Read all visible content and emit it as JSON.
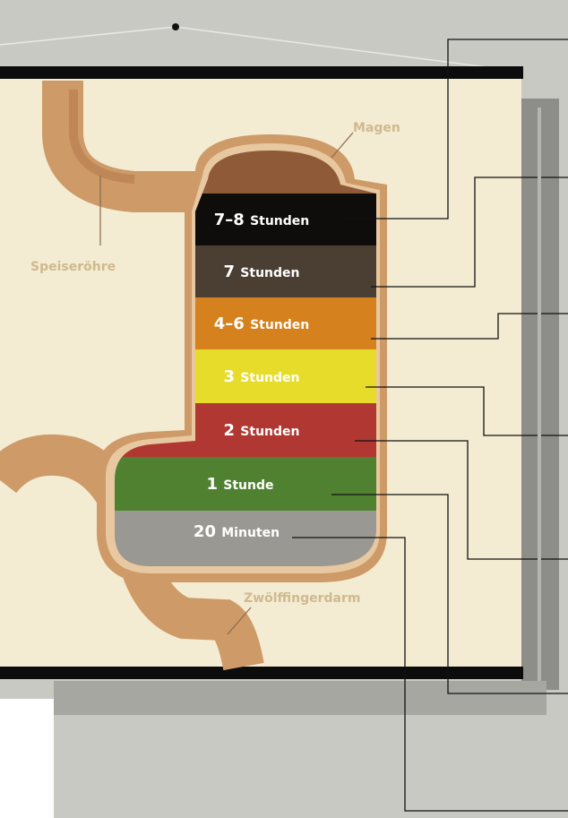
{
  "anatomy": {
    "esophagus": "Speiseröhre",
    "stomach": "Magen",
    "duodenum": "Zwölffingerdarm"
  },
  "layers": [
    {
      "number": "7–8",
      "unit": "Stunden",
      "color": "#0f0d0b"
    },
    {
      "number": "7",
      "unit": "Stunden",
      "color": "#4b3f33"
    },
    {
      "number": "4–6",
      "unit": "Stunden",
      "color": "#d5811e"
    },
    {
      "number": "3",
      "unit": "Stunden",
      "color": "#e8dc2a"
    },
    {
      "number": "2",
      "unit": "Stunden",
      "color": "#b13832"
    },
    {
      "number": "1",
      "unit": "Stunde",
      "color": "#4f8130"
    },
    {
      "number": "20",
      "unit": "Minuten",
      "color": "#9a9892"
    }
  ],
  "colors": {
    "wall": "#cd9a68",
    "wall_light": "#e8c8a0",
    "cap": "#8f5a38",
    "cream": "#f3ecd2",
    "grey_bg": "#c9c9c3",
    "frame": "#0c0c0c",
    "anat_label": "#d0b98f"
  }
}
